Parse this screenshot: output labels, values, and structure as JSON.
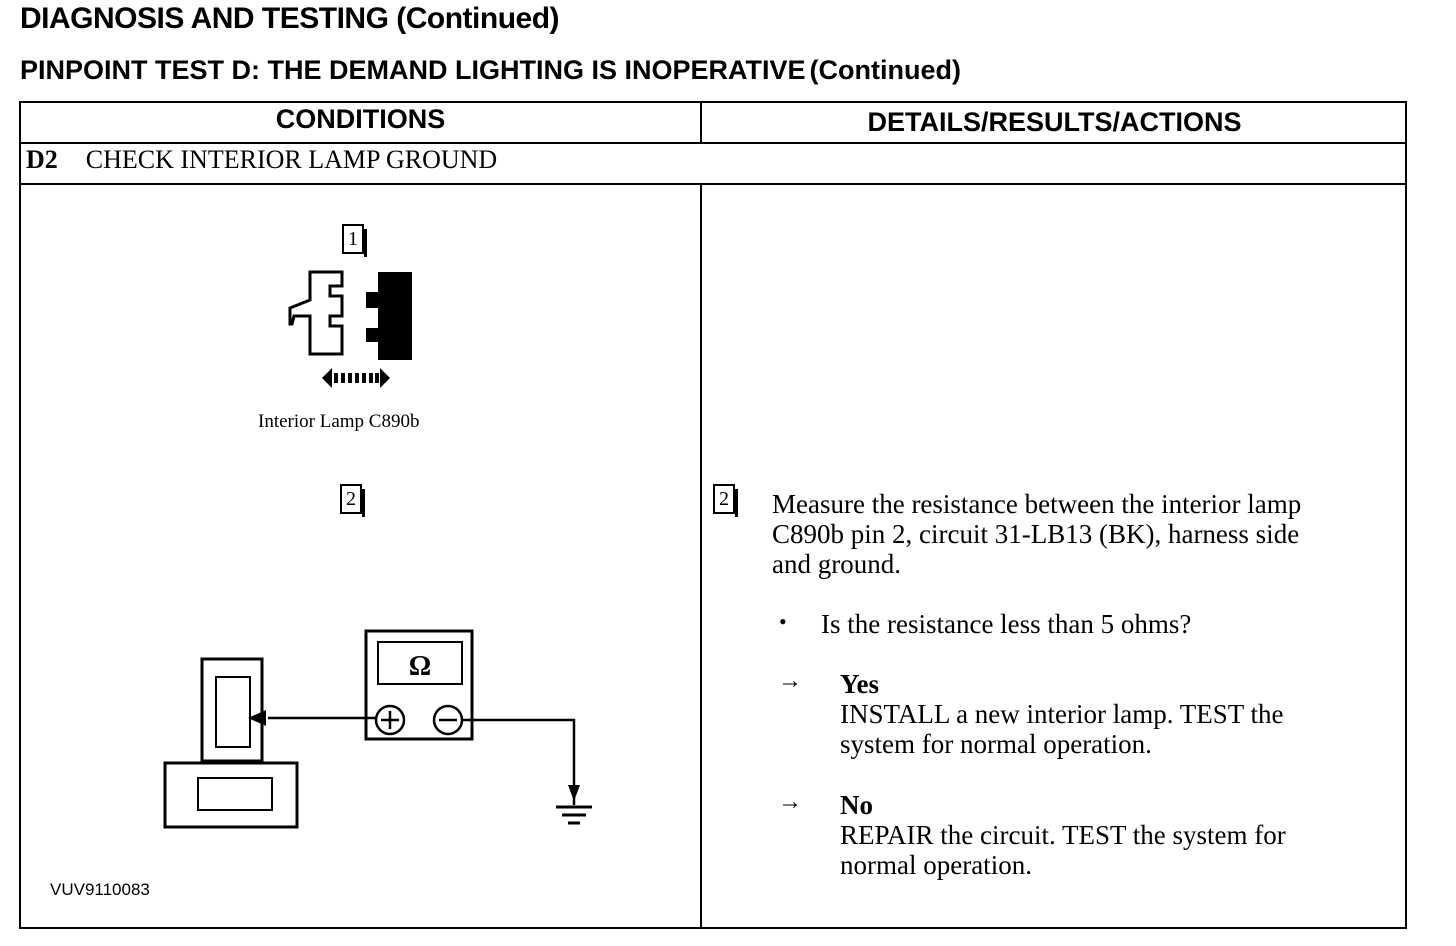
{
  "header": {
    "title": "DIAGNOSIS AND TESTING (Continued)",
    "subtitle": "PINPOINT TEST D:  THE DEMAND LIGHTING IS INOPERATIVE",
    "subtitle_cont": "(Continued)"
  },
  "table": {
    "col1_header": "CONDITIONS",
    "col2_header": "DETAILS/RESULTS/ACTIONS",
    "step_code": "D2",
    "step_title": "CHECK INTERIOR LAMP GROUND"
  },
  "conditions": {
    "step1_num": "1",
    "step1_caption": "Interior Lamp C890b",
    "step2_num": "2",
    "meter_symbol": "Ω",
    "figure_id": "VUV9110083"
  },
  "details": {
    "step_num": "2",
    "instruction_line1": "Measure the resistance between the interior lamp",
    "instruction_line2": "C890b pin 2, circuit 31-LB13 (BK), harness side",
    "instruction_line3": "and ground.",
    "bullet": "•",
    "question": "Is the resistance less than 5 ohms?",
    "arrow": "→",
    "yes_label": "Yes",
    "yes_line1": "INSTALL a new interior lamp. TEST the",
    "yes_line2": "system for normal operation.",
    "no_label": "No",
    "no_line1": "REPAIR the circuit. TEST the system for",
    "no_line2": "normal operation."
  }
}
